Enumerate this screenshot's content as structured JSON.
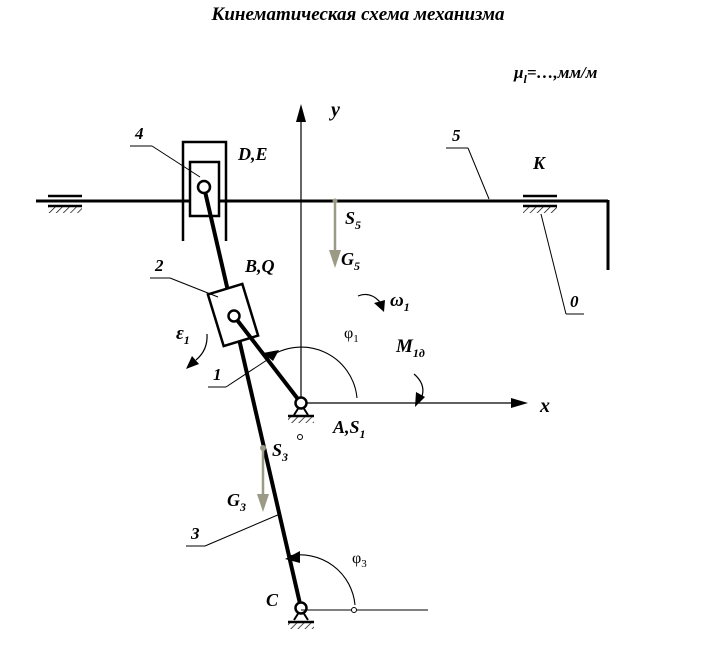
{
  "title": "Кинематическая схема механизма",
  "scale": {
    "mu": "μ",
    "sub": "l",
    "rest": "=…,мм/м"
  },
  "axes": {
    "x": "x",
    "y": "y"
  },
  "points": {
    "DE": "D,E",
    "BQ": "B,Q",
    "K": "K",
    "C": "C",
    "S5": {
      "main": "S",
      "sub": "5"
    },
    "S3": {
      "main": "S",
      "sub": "3"
    },
    "A": {
      "main": "A,S",
      "sub": "1"
    }
  },
  "forces": {
    "G5": {
      "main": "G",
      "sub": "5"
    },
    "G3": {
      "main": "G",
      "sub": "3"
    },
    "M1": {
      "main": "M",
      "sub": "1д"
    }
  },
  "kinematics": {
    "omega": {
      "main": "ω",
      "sub": "1"
    },
    "epsilon": {
      "main": "ε",
      "sub": "1"
    },
    "phi1": {
      "main": "φ",
      "sub": "1"
    },
    "phi3": {
      "main": "φ",
      "sub": "3"
    }
  },
  "links": {
    "l0": "0",
    "l1": "1",
    "l2": "2",
    "l3": "3",
    "l4": "4",
    "l5": "5"
  },
  "colors": {
    "line": "#000000",
    "force": "#9a9a86"
  }
}
